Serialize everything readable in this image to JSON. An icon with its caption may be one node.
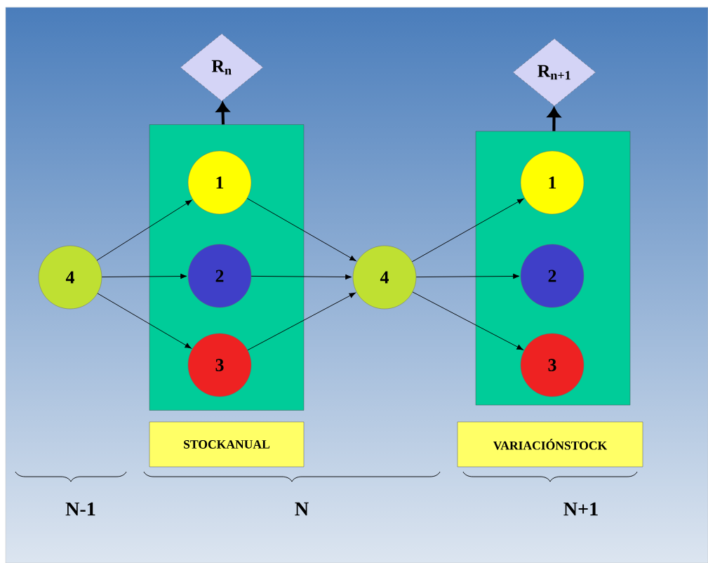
{
  "diagram": {
    "nodes": [
      {
        "text": [
          "R$_{n}$"
        ]
      },
      {
        "text": [],
        "shape": "box"
      },
      {
        "text": [
          "1"
        ],
        "in": 1
      },
      {
        "text": [
          "2"
        ],
        "in": 1
      },
      {
        "text": [
          "3"
        ],
        "in": 1
      },
      {
        "text": [
          "R$_{n+1}$"
        ]
      },
      {
        "text": [],
        "shape": "box"
      },
      {
        "text": [
          "1"
        ],
        "in": 6
      },
      {
        "text": [
          "2"
        ],
        "in": 6
      },
      {
        "text": [
          "3"
        ],
        "in": 6
      },
      {
        "text": [
          "4"
        ]
      },
      {
        "text": [
          "4"
        ]
      },
      {
        "text": [
          "STOCKANUAL"
        ]
      },
      {
        "text": [
          "VARIACIÓNSTOCK"
        ]
      }
    ],
    "edges": [
      {
        "from": 1,
        "to": 0,
        "arrow": "to",
        "style": "thick"
      },
      {
        "from": 6,
        "to": 5,
        "arrow": "to",
        "style": "thick"
      },
      {
        "from": 10,
        "to": 2,
        "arrow": "to"
      },
      {
        "from": 10,
        "to": 3,
        "arrow": "to"
      },
      {
        "from": 10,
        "to": 4,
        "arrow": "to"
      },
      {
        "from": 2,
        "to": 11,
        "arrow": "to"
      },
      {
        "from": 3,
        "to": 11,
        "arrow": "to"
      },
      {
        "from": 4,
        "to": 11,
        "arrow": "to"
      },
      {
        "from": 11,
        "to": 7,
        "arrow": "to"
      },
      {
        "from": 11,
        "to": 8,
        "arrow": "to"
      },
      {
        "from": 11,
        "to": 9,
        "arrow": "to"
      }
    ],
    "labels": [
      "N-1",
      "N",
      "N+1"
    ]
  }
}
